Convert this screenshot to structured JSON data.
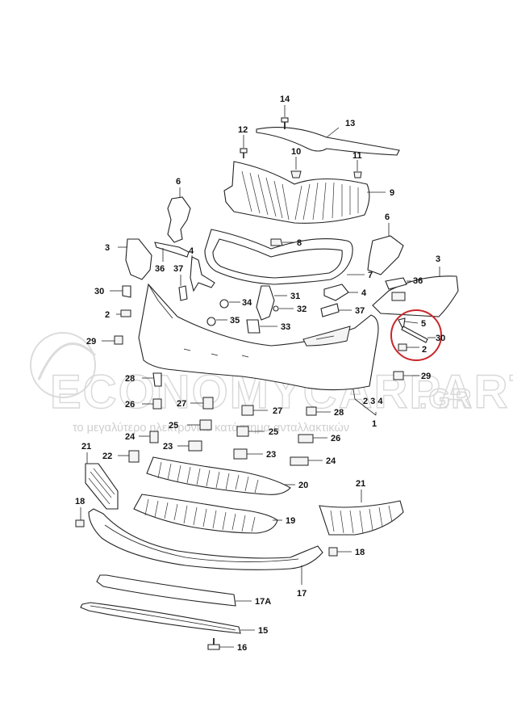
{
  "watermark": {
    "brand": "ECONOMYCARPARTS",
    "suffix": ".GR",
    "tagline": "το μεγαλύτερο ηλεκτρονικό κατάστημα ανταλλακτικών"
  },
  "labels": {
    "p1": "1",
    "p2a": "2",
    "p2b": "2",
    "p234": "2 3 4",
    "p3a": "3",
    "p3b": "3",
    "p4a": "4",
    "p4b": "4",
    "p5": "5",
    "p6a": "6",
    "p6b": "6",
    "p7": "7",
    "p8": "8",
    "p9": "9",
    "p10": "10",
    "p11": "11",
    "p12": "12",
    "p13": "13",
    "p14": "14",
    "p15": "15",
    "p16": "16",
    "p17": "17",
    "p17a": "17A",
    "p18a": "18",
    "p18b": "18",
    "p19": "19",
    "p20": "20",
    "p21a": "21",
    "p21b": "21",
    "p22": "22",
    "p23a": "23",
    "p23b": "23",
    "p24a": "24",
    "p24b": "24",
    "p25a": "25",
    "p25b": "25",
    "p26a": "26",
    "p26b": "26",
    "p27a": "27",
    "p27b": "27",
    "p28a": "28",
    "p28b": "28",
    "p29a": "29",
    "p29b": "29",
    "p30a": "30",
    "p30b": "30",
    "p31": "31",
    "p32": "32",
    "p33": "33",
    "p34": "34",
    "p35": "35",
    "p36a": "36",
    "p36b": "36",
    "p37a": "37",
    "p37b": "37"
  }
}
